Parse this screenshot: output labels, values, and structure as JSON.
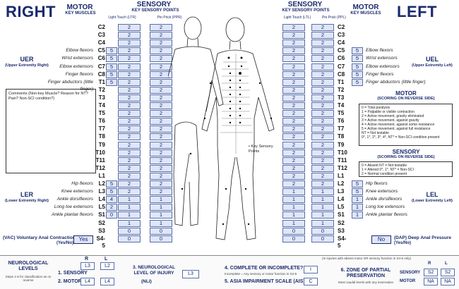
{
  "header": {
    "right_title": "RIGHT",
    "left_title": "LEFT",
    "motor": "MOTOR",
    "key_muscles": "KEY MUSCLES",
    "sensory": "SENSORY",
    "key_sensory_points": "KEY SENSORY POINTS",
    "light_touch_r": "Light Touch (LTR)",
    "pin_prick_r": "Pin Prick (PPR)",
    "light_touch_l": "Light Touch (LTL)",
    "pin_prick_l": "Pin Prick (PPL)"
  },
  "levels": [
    "C2",
    "C3",
    "C4",
    "C5",
    "C6",
    "C7",
    "C8",
    "T1",
    "T2",
    "T3",
    "T4",
    "T5",
    "T6",
    "T7",
    "T8",
    "T9",
    "T10",
    "T11",
    "T12",
    "L1",
    "L2",
    "L3",
    "L4",
    "L5",
    "S1",
    "S2",
    "S3",
    "S4-5"
  ],
  "right": {
    "muscles": {
      "C5": "Elbow flexors",
      "C6": "Wrist extensors",
      "C7": "Elbow extensors",
      "C8": "Finger flexors",
      "T1": "Finger abductors (little finger)",
      "L2": "Hip flexors",
      "L3": "Knee extensors",
      "L4": "Ankle dorsiflexors",
      "L5": "Long toe extensors",
      "S1": "Ankle plantar flexors"
    },
    "motor": {
      "C5": "5",
      "C6": "5",
      "C7": "5",
      "C8": "5",
      "T1": "5",
      "L2": "5",
      "L3": "5",
      "L4": "4",
      "L5": "2",
      "S1": "0"
    },
    "light_touch": [
      "2",
      "2",
      "2",
      "2",
      "2",
      "2",
      "2",
      "2",
      "2",
      "2",
      "2",
      "2",
      "2",
      "2",
      "2",
      "2",
      "2",
      "2",
      "2",
      "2",
      "2",
      "2",
      "1",
      "1",
      "1",
      "1",
      "0",
      "0"
    ],
    "pin_prick": [
      "2",
      "2",
      "2",
      "2",
      "2",
      "2",
      "2",
      "2",
      "2",
      "2",
      "2",
      "2",
      "2",
      "2",
      "2",
      "2",
      "2",
      "2",
      "2",
      "2",
      "2",
      "2",
      "1",
      "1",
      "1",
      "1",
      "0",
      "0"
    ],
    "uer": "UER",
    "uer_sub": "(Upper Extremity Right)",
    "ler": "LER",
    "ler_sub": "(Lower Extremity Right)",
    "comments": "Comments (Non-key Muscle? Reason for NT? Pain? Non-SCI condition?)",
    "vac_label": "(VAC) Voluntary Anal Contraction",
    "vac_sub": "(Yes/No)",
    "vac_value": "Yes"
  },
  "left": {
    "muscles": {
      "C5": "Elbow flexors",
      "C6": "Wrist extensors",
      "C7": "Elbow extensors",
      "C8": "Finger flexors",
      "T1": "Finger abductors (little finger)",
      "L2": "Hip flexors",
      "L3": "Knee extensors",
      "L4": "Ankle dorsiflexors",
      "L5": "Long toe extensors",
      "S1": "Ankle plantar flexors"
    },
    "motor": {
      "C5": "5",
      "C6": "5",
      "C7": "5",
      "C8": "5",
      "T1": "5",
      "L2": "5",
      "L3": "5",
      "L4": "1",
      "L5": "1",
      "S1": "1"
    },
    "light_touch": [
      "2",
      "2",
      "2",
      "2",
      "2",
      "2",
      "2",
      "2",
      "2",
      "2",
      "2",
      "2",
      "2",
      "2",
      "2",
      "2",
      "2",
      "2",
      "2",
      "2",
      "2",
      "1",
      "1",
      "1",
      "1",
      "1",
      "0",
      "0"
    ],
    "pin_prick": [
      "2",
      "2",
      "2",
      "2",
      "2",
      "2",
      "2",
      "2",
      "2",
      "2",
      "2",
      "2",
      "2",
      "2",
      "2",
      "2",
      "2",
      "2",
      "2",
      "2",
      "2",
      "1",
      "1",
      "1",
      "1",
      "1",
      "0",
      "0"
    ],
    "uel": "UEL",
    "uel_sub": "(Upper Extremity Left)",
    "lel": "LEL",
    "lel_sub": "(Lower Extremity Left)",
    "dap_label": "(DAP) Deep Anal Pressure",
    "dap_sub": "(Yes/No)",
    "dap_value": "No"
  },
  "motor_scale": {
    "title": "MOTOR",
    "subtitle": "(SCORING ON REVERSE SIDE)",
    "lines": [
      "0 = Total paralysis",
      "1 = Palpable or visible contraction",
      "2 = Active movement, gravity eliminated",
      "3 = Active movement, against gravity",
      "4 = Active movement, against some resistance",
      "5 = Active movement, against full resistance",
      "NT = Not testable",
      "0*, 1*, 2*, 3*, 4*, NT* = Non-SCI condition present"
    ]
  },
  "sensory_scale": {
    "title": "SENSORY",
    "subtitle": "(SCORING ON REVERSE SIDE)",
    "lines": [
      "0 = Absent     NT = Not testable",
      "1 = Altered     0*, 1*, NT* = Non-SCI",
      "2 = Normal        condition present"
    ]
  },
  "body": {
    "key_sensory_points": "• Key Sensory Points"
  },
  "bottom": {
    "neuro_title": "NEUROLOGICAL LEVELS",
    "neuro_sub": "Steps 1-6 for classification as on reverse",
    "r": "R",
    "l": "L",
    "sensory_label": "1. SENSORY",
    "motor_label": "2. MOTOR",
    "sensory_r": "L3",
    "sensory_l": "L2",
    "motor_r": "L4",
    "motor_l": "L4",
    "nli_title": "3. NEUROLOGICAL LEVEL OF INJURY",
    "nli_sub": "(NLI)",
    "nli_value": "L3",
    "complete_title": "4. COMPLETE OR INCOMPLETE?",
    "complete_sub": "Incomplete = Any sensory or motor function in S4-5",
    "complete_value": "I",
    "ais_title": "5. ASIA IMPAIRMENT SCALE (AIS)",
    "ais_value": "C",
    "zpp_note": "(In injuries with absent motor OR sensory function in S4-5 only)",
    "zpp_title": "6. ZONE OF PARTIAL PRESERVATION",
    "zpp_sub": "Most caudal levels with any innervation",
    "zpp_sensory": "SENSORY",
    "zpp_motor": "MOTOR",
    "zpp_r": "R",
    "zpp_l": "L",
    "zpp_sensory_r": "S2",
    "zpp_sensory_l": "S2",
    "zpp_motor_r": "NA",
    "zpp_motor_l": "NA"
  }
}
